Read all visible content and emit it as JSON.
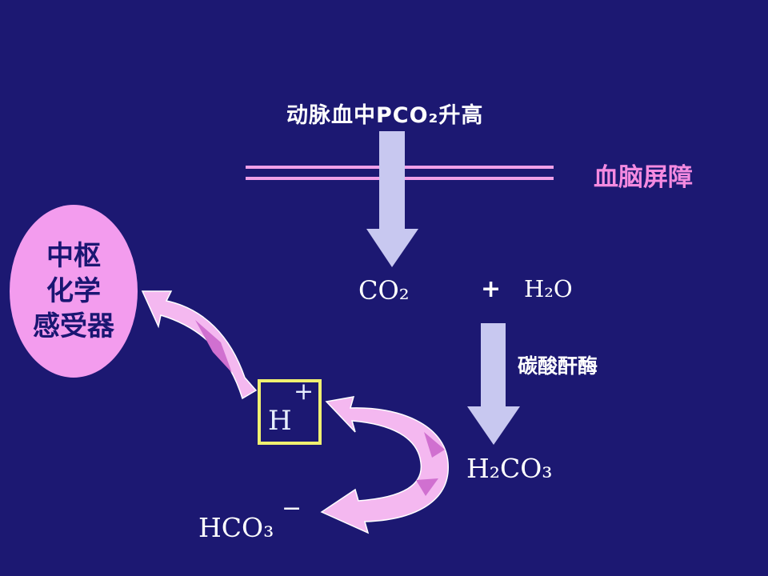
{
  "title": "动脉血中PCO₂升高",
  "barrier_label": "血脑屏障",
  "sensor": {
    "line1": "中枢",
    "line2": "化学",
    "line3": "感受器"
  },
  "reactants": {
    "co2": "CO₂",
    "plus": "+",
    "h2o": "H₂O"
  },
  "enzyme_label": "碳酸酐酶",
  "product": "H₂CO₃",
  "ion_h": {
    "symbol": "H",
    "charge": "+"
  },
  "ion_hco3": {
    "symbol": "HCO₃",
    "charge": "−"
  },
  "colors": {
    "background": "#1c1872",
    "arrow": "#c8c8f0",
    "barrier": "#f0a0e8",
    "sensor": "#f39cee",
    "curved_arrow": "#f4b8f0",
    "box": "#f0f070"
  }
}
